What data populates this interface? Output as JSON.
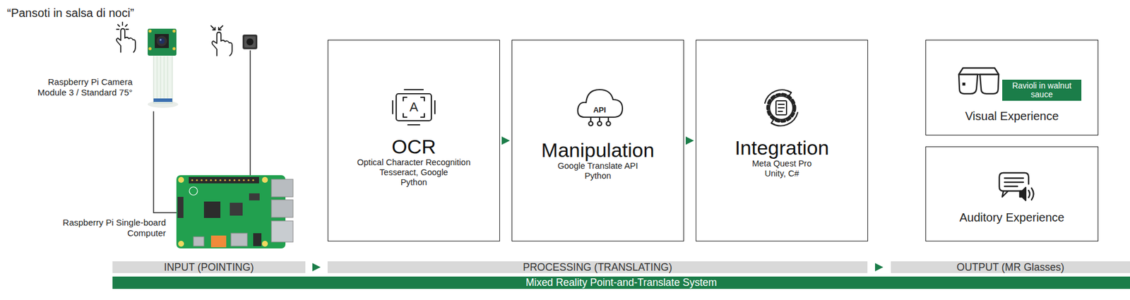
{
  "diagram": {
    "nodes": [
      {
        "text": [
          "OCR",
          "Optical Character Recognition",
          "Tesseract, Google",
          "Python"
        ]
      },
      {
        "text": [
          "Manipulation",
          "Google Translate API",
          "Python"
        ]
      },
      {
        "text": [
          "Integration",
          "Meta Quest Pro",
          "Unity, C#"
        ]
      },
      {
        "text": [
          "Visual Experience"
        ]
      },
      {
        "text": [
          "Ravioli in walnut sauce"
        ],
        "in": 3
      },
      {
        "text": [
          "Auditory Experience"
        ]
      },
      {
        "text": [
          "INPUT (POINTING)"
        ]
      },
      {
        "text": [
          "PROCESSING (TRANSLATING)"
        ]
      },
      {
        "text": [
          "OUTPUT (MR Glasses)"
        ]
      },
      {
        "text": [
          "Mixed Reality Point-and-Translate System"
        ]
      }
    ],
    "edges": [
      {
        "from": 0,
        "to": 1,
        "arrow": "to"
      },
      {
        "from": 1,
        "to": 2,
        "arrow": "to"
      },
      {
        "from": 6,
        "to": 7,
        "arrow": "to"
      },
      {
        "from": 7,
        "to": 8,
        "arrow": "to"
      }
    ],
    "labels": [
      "“Pansoti in salsa di noci”",
      "Raspberry Pi Camera Module 3 / Standard 75°",
      "Raspberry Pi Single-board Computer",
      "A",
      "API"
    ]
  }
}
